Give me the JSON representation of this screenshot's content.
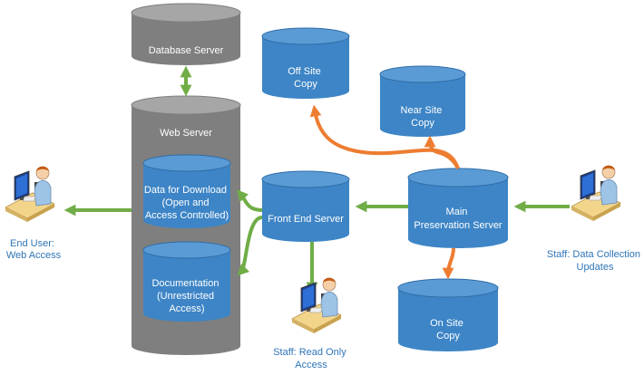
{
  "nodes": {
    "database_server": [
      "Database Server"
    ],
    "web_server": [
      "Web Server"
    ],
    "data_for_download": [
      "Data for Download",
      "(Open and",
      "Access Controlled)"
    ],
    "documentation": [
      "Documentation",
      "(Unrestricted",
      "Access)"
    ],
    "off_site_copy": [
      "Off Site",
      "Copy"
    ],
    "near_site_copy": [
      "Near Site",
      "Copy"
    ],
    "front_end_server": [
      "Front End Server"
    ],
    "main_preservation_server": [
      "Main",
      "Preservation Server"
    ],
    "on_site_copy": [
      "On Site",
      "Copy"
    ]
  },
  "actors": {
    "end_user": [
      "End User:",
      "Web Access"
    ],
    "staff_updates": [
      "Staff: Data Collection",
      "Updates"
    ],
    "staff_read_only": [
      "Staff: Read Only",
      "Access"
    ]
  },
  "colors": {
    "gray_cylinder": "#7f7f7f",
    "gray_top": "#a6a6a6",
    "blue_cylinder": "#3d85c6",
    "blue_top": "#5b9bd5",
    "green_arrow": "#70ad47",
    "orange_arrow": "#ed7d31",
    "caption_text": "#2e75b6"
  }
}
